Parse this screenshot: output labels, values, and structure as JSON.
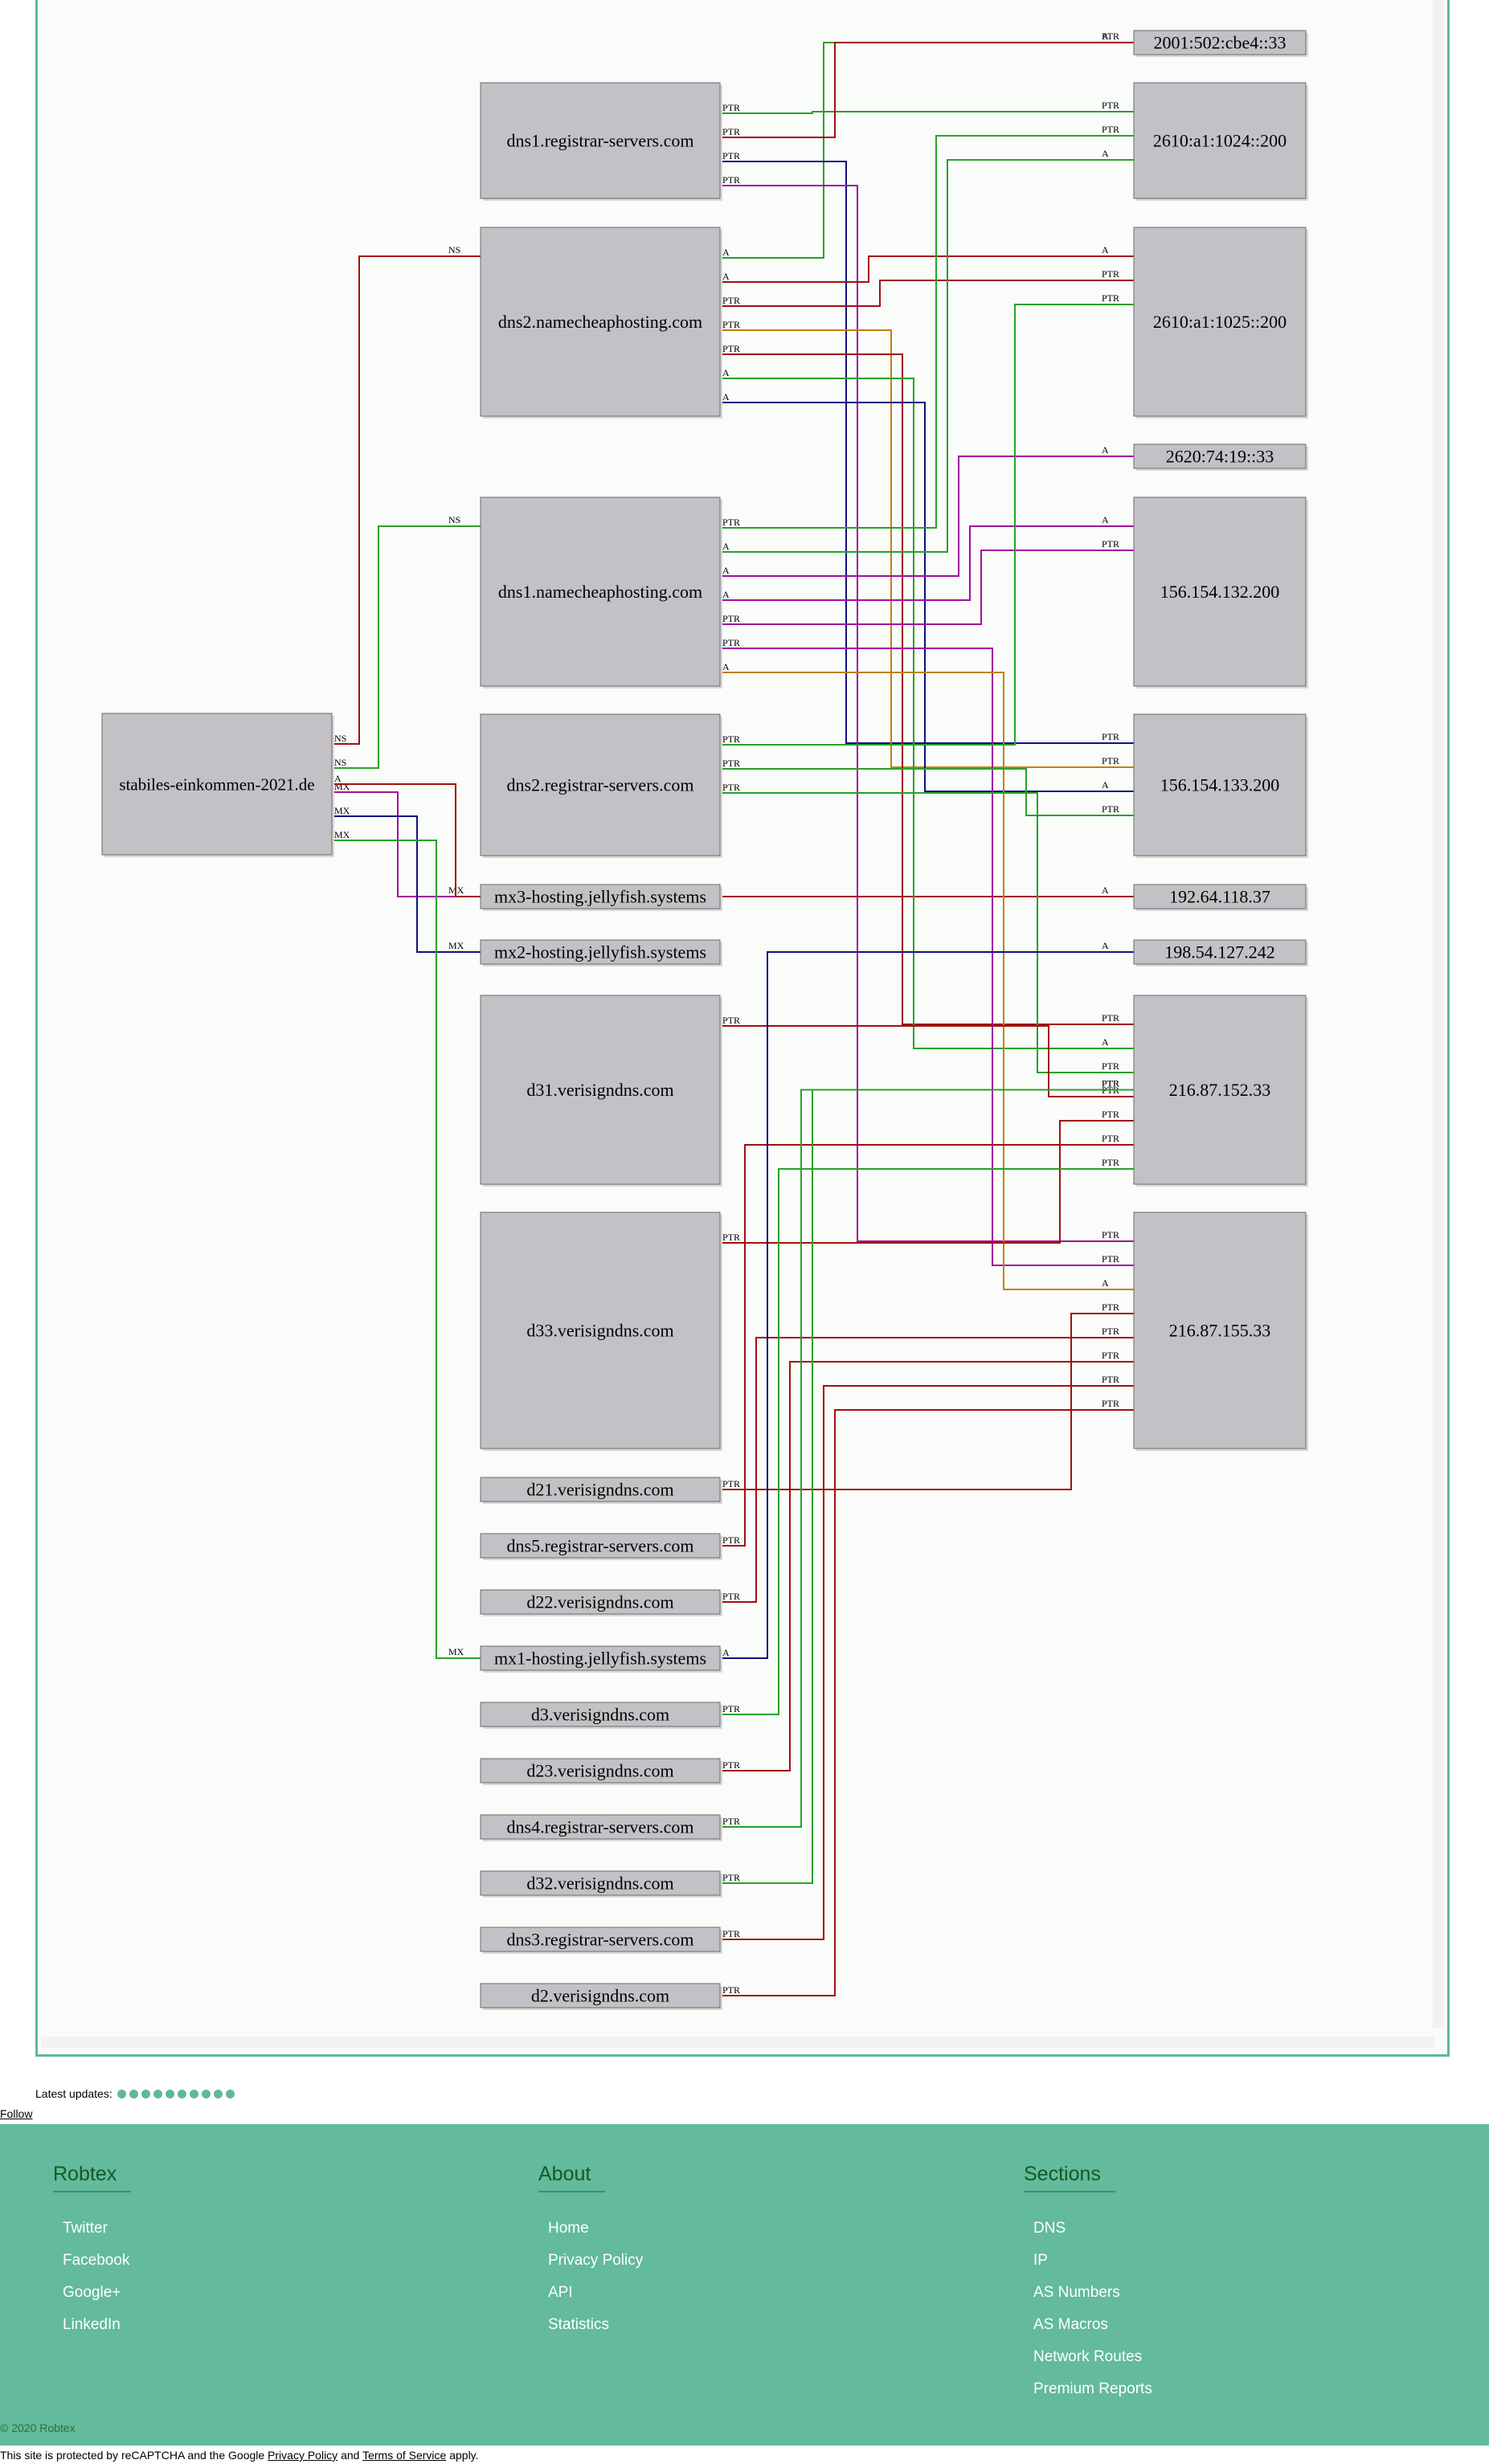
{
  "diagram": {
    "domain": "stabiles-einkommen-2021.de",
    "nodes": [
      {
        "id": "dom",
        "label": "stabiles-einkommen-2021.de"
      },
      {
        "id": "ns_rs1",
        "label": "dns1.registrar-servers.com"
      },
      {
        "id": "ns_nch2",
        "label": "dns2.namecheaphosting.com"
      },
      {
        "id": "ns_nch1",
        "label": "dns1.namecheaphosting.com"
      },
      {
        "id": "ns_rs2",
        "label": "dns2.registrar-servers.com"
      },
      {
        "id": "mx3",
        "label": "mx3-hosting.jellyfish.systems"
      },
      {
        "id": "mx2",
        "label": "mx2-hosting.jellyfish.systems"
      },
      {
        "id": "d31",
        "label": "d31.verisigndns.com"
      },
      {
        "id": "d33",
        "label": "d33.verisigndns.com"
      },
      {
        "id": "d21",
        "label": "d21.verisigndns.com"
      },
      {
        "id": "rs5",
        "label": "dns5.registrar-servers.com"
      },
      {
        "id": "d22",
        "label": "d22.verisigndns.com"
      },
      {
        "id": "mx1",
        "label": "mx1-hosting.jellyfish.systems"
      },
      {
        "id": "d3",
        "label": "d3.verisigndns.com"
      },
      {
        "id": "d23",
        "label": "d23.verisigndns.com"
      },
      {
        "id": "rs4",
        "label": "dns4.registrar-servers.com"
      },
      {
        "id": "d32",
        "label": "d32.verisigndns.com"
      },
      {
        "id": "rs3",
        "label": "dns3.registrar-servers.com"
      },
      {
        "id": "d2",
        "label": "d2.verisigndns.com"
      },
      {
        "id": "ip1",
        "label": "2001:502:cbe4::33"
      },
      {
        "id": "ip2",
        "label": "2610:a1:1024::200"
      },
      {
        "id": "ip3",
        "label": "2610:a1:1025::200"
      },
      {
        "id": "ip4",
        "label": "2620:74:19::33"
      },
      {
        "id": "ip5",
        "label": "156.154.132.200"
      },
      {
        "id": "ip6",
        "label": "156.154.133.200"
      },
      {
        "id": "ip7",
        "label": "192.64.118.37"
      },
      {
        "id": "ip8",
        "label": "198.54.127.242"
      },
      {
        "id": "ip9",
        "label": "216.87.152.33"
      },
      {
        "id": "ip10",
        "label": "216.87.155.33"
      }
    ],
    "edges": [
      {
        "from": "dom",
        "to": "ns_nch2",
        "type": "NS",
        "color": "#a01010"
      },
      {
        "from": "dom",
        "to": "ns_nch1",
        "type": "NS",
        "color": "#2aa02a"
      },
      {
        "from": "dom",
        "to": "mx3",
        "type": "MX",
        "color": "#a010a0"
      },
      {
        "from": "dom",
        "to": "mx2",
        "type": "MX",
        "color": "#101080"
      },
      {
        "from": "dom",
        "to": "mx1",
        "type": "MX",
        "color": "#2aa02a"
      },
      {
        "from": "dom",
        "to": "ip7",
        "type": "A",
        "color": "#a01010"
      },
      {
        "from": "ns_rs1",
        "to": "ip2",
        "type": "PTR",
        "color": "#2aa02a"
      },
      {
        "from": "ns_nch2",
        "to": "ip1",
        "type": "A",
        "color": "#2aa02a"
      },
      {
        "from": "ns_rs1",
        "to": "ip1",
        "type": "PTR",
        "color": "#a01010"
      },
      {
        "from": "ns_rs1",
        "to": "ip6",
        "type": "PTR",
        "color": "#101080"
      },
      {
        "from": "ns_rs1",
        "to": "ip10",
        "type": "PTR",
        "color": "#a010a0"
      },
      {
        "from": "ns_nch2",
        "to": "ip3",
        "type": "A",
        "color": "#a01010"
      },
      {
        "from": "ns_nch2",
        "to": "ip3",
        "type": "PTR",
        "color": "#a01010"
      },
      {
        "from": "ns_nch2",
        "to": "ip6",
        "type": "PTR",
        "color": "#c08010"
      },
      {
        "from": "ns_nch2",
        "to": "ip9",
        "type": "PTR",
        "color": "#a01010"
      },
      {
        "from": "ns_nch2",
        "to": "ip9",
        "type": "A",
        "color": "#2aa02a"
      },
      {
        "from": "ns_nch2",
        "to": "ip6",
        "type": "A",
        "color": "#101080"
      },
      {
        "from": "ns_nch1",
        "to": "ip2",
        "type": "PTR",
        "color": "#2aa02a"
      },
      {
        "from": "ns_nch1",
        "to": "ip2",
        "type": "A",
        "color": "#2aa02a"
      },
      {
        "from": "ns_nch1",
        "to": "ip4",
        "type": "A",
        "color": "#a010a0"
      },
      {
        "from": "ns_nch1",
        "to": "ip5",
        "type": "A",
        "color": "#a010a0"
      },
      {
        "from": "ns_nch1",
        "to": "ip5",
        "type": "PTR",
        "color": "#a010a0"
      },
      {
        "from": "ns_nch1",
        "to": "ip10",
        "type": "PTR",
        "color": "#a010a0"
      },
      {
        "from": "ns_nch1",
        "to": "ip10",
        "type": "A",
        "color": "#c08010"
      },
      {
        "from": "ns_rs2",
        "to": "ip3",
        "type": "PTR",
        "color": "#2aa02a"
      },
      {
        "from": "ns_rs2",
        "to": "ip6",
        "type": "PTR",
        "color": "#2aa02a"
      },
      {
        "from": "ns_rs2",
        "to": "ip9",
        "type": "PTR",
        "color": "#2aa02a"
      },
      {
        "from": "d31",
        "to": "ip9",
        "type": "PTR",
        "color": "#a01010"
      },
      {
        "from": "d33",
        "to": "ip9",
        "type": "PTR",
        "color": "#a01010"
      },
      {
        "from": "d21",
        "to": "ip10",
        "type": "PTR",
        "color": "#a01010"
      },
      {
        "from": "rs5",
        "to": "ip9",
        "type": "PTR",
        "color": "#a01010"
      },
      {
        "from": "d22",
        "to": "ip10",
        "type": "PTR",
        "color": "#a01010"
      },
      {
        "from": "mx1",
        "to": "ip8",
        "type": "A",
        "color": "#101080"
      },
      {
        "from": "d3",
        "to": "ip9",
        "type": "PTR",
        "color": "#2aa02a"
      },
      {
        "from": "d23",
        "to": "ip10",
        "type": "PTR",
        "color": "#a01010"
      },
      {
        "from": "rs4",
        "to": "ip9",
        "type": "PTR",
        "color": "#2aa02a"
      },
      {
        "from": "d32",
        "to": "ip9",
        "type": "PTR",
        "color": "#2aa02a"
      },
      {
        "from": "rs3",
        "to": "ip10",
        "type": "PTR",
        "color": "#a01010"
      },
      {
        "from": "d2",
        "to": "ip10",
        "type": "PTR",
        "color": "#a01010"
      }
    ]
  },
  "updates": {
    "label": "Latest updates:",
    "dots": 10
  },
  "follow": "Follow",
  "footer": {
    "cols": [
      {
        "title": "Robtex",
        "items": [
          "Twitter",
          "Facebook",
          "Google+",
          "LinkedIn"
        ]
      },
      {
        "title": "About",
        "items": [
          "Home",
          "Privacy Policy",
          "API",
          "Statistics"
        ]
      },
      {
        "title": "Sections",
        "items": [
          "DNS",
          "IP",
          "AS Numbers",
          "AS Macros",
          "Network Routes",
          "Premium Reports"
        ]
      }
    ],
    "copyright": "© 2020 Robtex"
  },
  "captcha": {
    "pre": "This site is protected by reCAPTCHA and the Google ",
    "privacy": "Privacy Policy",
    "mid": " and ",
    "terms": "Terms of Service",
    "post": " apply."
  },
  "colors": {
    "accent": "#63ba9c",
    "frame": "#5fb89a",
    "node": "#c3c1c5"
  }
}
